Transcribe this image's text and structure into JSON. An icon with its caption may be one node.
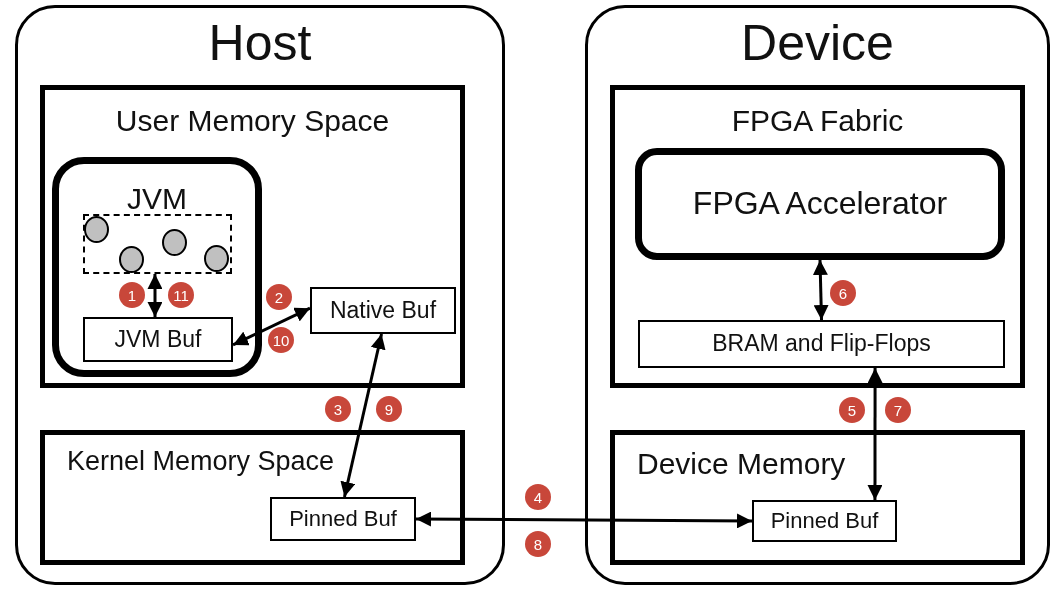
{
  "diagram": {
    "nodes": [
      {
        "text": [
          "Host"
        ]
      },
      {
        "text": [
          "User Memory Space"
        ],
        "in": 0
      },
      {
        "text": [
          "JVM"
        ],
        "in": 1
      },
      {
        "text": [],
        "shape": "box",
        "in": 2
      },
      {
        "text": [],
        "shape": "circle",
        "in": 3
      },
      {
        "text": [],
        "shape": "circle",
        "in": 3
      },
      {
        "text": [],
        "shape": "circle",
        "in": 3
      },
      {
        "text": [],
        "shape": "circle",
        "in": 3
      },
      {
        "text": [
          "JVM Buf"
        ],
        "in": 2
      },
      {
        "text": [
          "Native Buf"
        ],
        "in": 1
      },
      {
        "text": [
          "Kernel Memory Space"
        ],
        "in": 0
      },
      {
        "text": [
          "Pinned Buf"
        ],
        "in": 10
      },
      {
        "text": [
          "Device"
        ]
      },
      {
        "text": [
          "FPGA Fabric"
        ],
        "in": 12
      },
      {
        "text": [
          "FPGA Accelerator"
        ],
        "in": 13
      },
      {
        "text": [
          "BRAM and Flip-Flops"
        ],
        "in": 13
      },
      {
        "text": [
          "Device Memory"
        ],
        "in": 12
      },
      {
        "text": [
          "Pinned Buf"
        ],
        "in": 16
      }
    ],
    "edges": [
      {
        "from": 3,
        "to": 8,
        "arrow": "both"
      },
      {
        "from": 8,
        "to": 9,
        "arrow": "both"
      },
      {
        "from": 9,
        "to": 11,
        "arrow": "both"
      },
      {
        "from": 11,
        "to": 17,
        "arrow": "both"
      },
      {
        "from": 14,
        "to": 15,
        "arrow": "both"
      },
      {
        "from": 15,
        "to": 17,
        "arrow": "both"
      }
    ],
    "labels": [
      "1",
      "11",
      "2",
      "10",
      "6",
      "3",
      "9",
      "5",
      "7",
      "4",
      "8"
    ]
  }
}
